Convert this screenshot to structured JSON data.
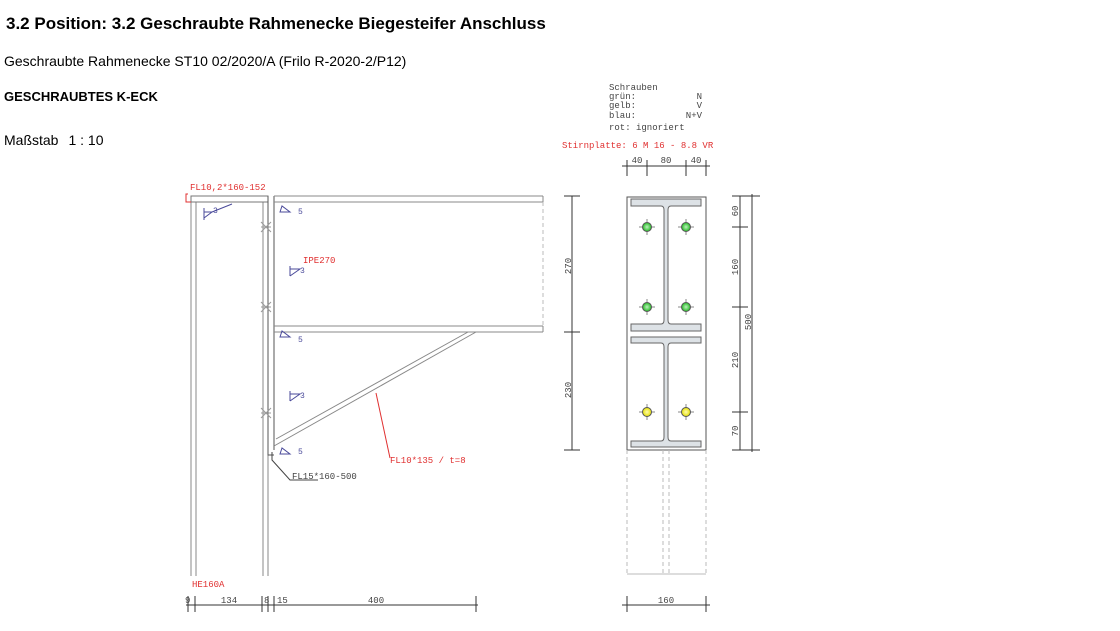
{
  "header": {
    "title": "3.2 Position: 3.2 Geschraubte Rahmenecke  Biegesteifer Anschluss",
    "subtitle": "Geschraubte Rahmenecke   ST10   02/2020/A (Frilo R-2020-2/P12)",
    "heading": "GESCHRAUBTES K-ECK",
    "scale_label": "Maßstab",
    "scale_value": "1 : 10"
  },
  "legend": {
    "title": "Schrauben",
    "rows": [
      {
        "label": "grün:",
        "value": "N"
      },
      {
        "label": "gelb:",
        "value": "V"
      },
      {
        "label": "blau:",
        "value": "N+V"
      }
    ],
    "ignored": "rot: ignoriert"
  },
  "plate_spec": "Stirnplatte:    6 M 16 -  8.8 VR",
  "labels": {
    "flange_plate": "FL10,2*160-152",
    "beam": "IPE270",
    "end_plate": "FL15*160-500",
    "stiffener": "FL10*135 / t=8",
    "column": "HE160A"
  },
  "welds": {
    "w3": "3",
    "w5": "5"
  },
  "dims_side": {
    "d270": "270",
    "d230": "230",
    "d9": "9",
    "d134": "134",
    "d8": "8",
    "d15": "15",
    "d400": "400"
  },
  "dims_plate": {
    "top40a": "40",
    "top80": "80",
    "top40b": "40",
    "r60": "60",
    "r160": "160",
    "r210": "210",
    "r70": "70",
    "r500": "500",
    "bottom160": "160"
  },
  "bolt_colors": {
    "green": "#22bb22",
    "yellow": "#e5e000",
    "blue": "#3a6fd0",
    "red": "#ff0000"
  }
}
